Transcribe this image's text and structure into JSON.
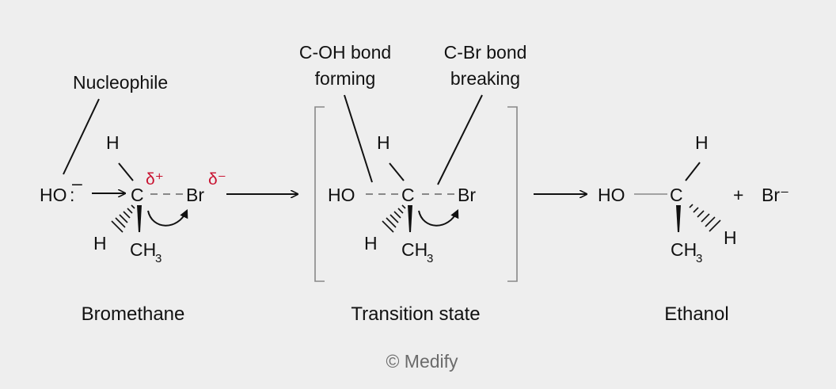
{
  "annotations": {
    "nucleophile": "Nucleophile",
    "c_oh_line1": "C-OH bond",
    "c_oh_line2": "forming",
    "c_br_line1": "C-Br bond",
    "c_br_line2": "breaking"
  },
  "atoms": {
    "ho": "HO",
    "charge_minus": "–",
    "h": "H",
    "c": "C",
    "br": "Br",
    "ch": "CH",
    "sub3": "3",
    "br_minus": "Br⁻",
    "plus": "+"
  },
  "partial_charges": {
    "delta_plus": "δ⁺",
    "delta_minus": "δ⁻"
  },
  "captions": {
    "reactant": "Bromethane",
    "transition": "Transition state",
    "product": "Ethanol"
  },
  "footer": {
    "copyright": "© Medify"
  },
  "colors": {
    "background": "#eeeeee",
    "text": "#111111",
    "partial_charge": "#c8102e",
    "dashed_bond": "#888888",
    "footer_text": "#6b6b6b"
  }
}
